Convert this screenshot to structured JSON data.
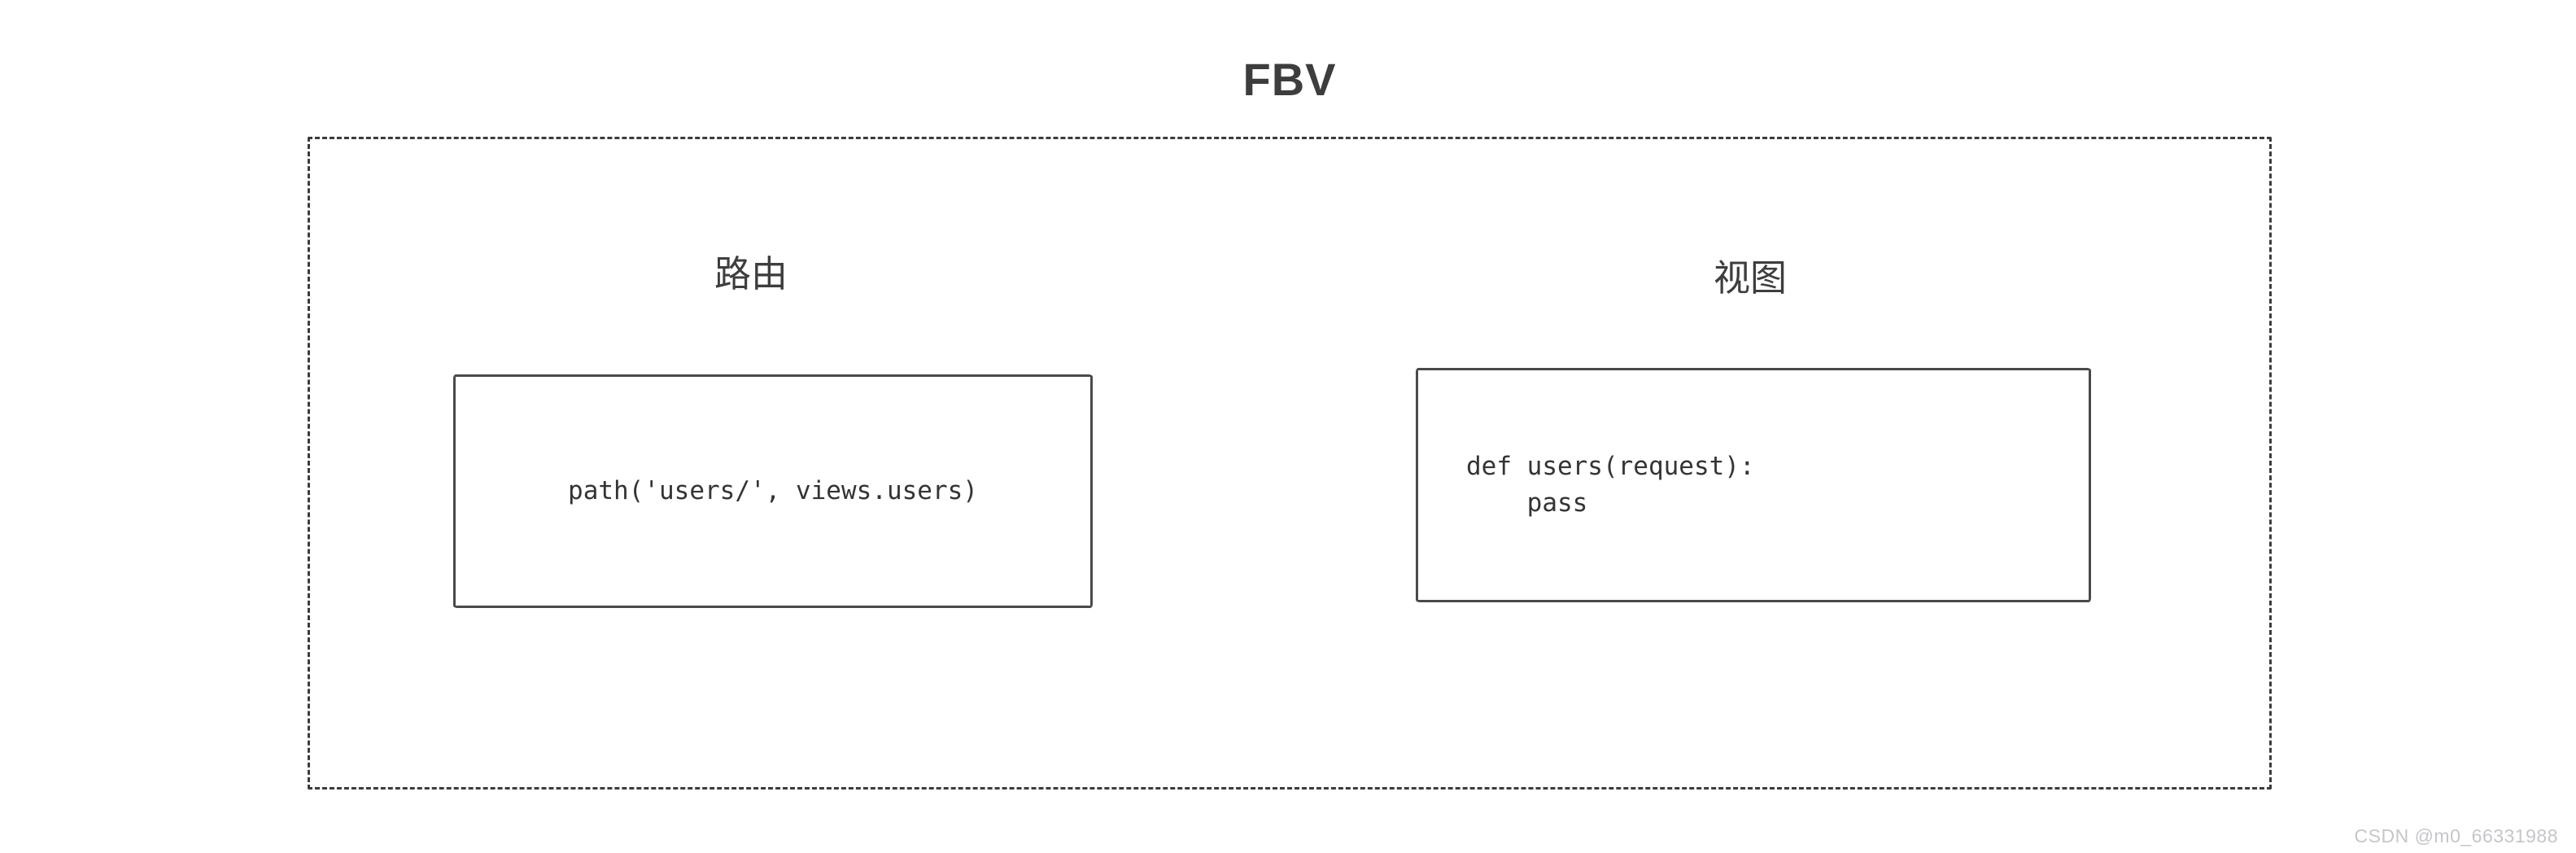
{
  "page": {
    "background_color": "#ffffff",
    "watermark": "CSDN @m0_66331988"
  },
  "diagram": {
    "title": "FBV",
    "container_style": "dashed-border",
    "groups": [
      {
        "id": "route",
        "label": "路由",
        "code": "path('users/', views.users)"
      },
      {
        "id": "view",
        "label": "视图",
        "code": "def users(request):\n    pass"
      }
    ],
    "colors": {
      "box_stroke": "#4a4a4a",
      "dashed_border": "#3c3c3c",
      "title_text": "#3d3d3d",
      "label_text": "#3e3e3e",
      "code_text": "#343434",
      "watermark_text": "#c6c6ca"
    }
  }
}
